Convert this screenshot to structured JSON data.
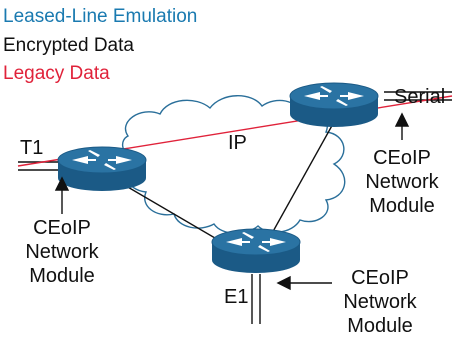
{
  "legend": {
    "leased_line": "Leased-Line Emulation",
    "encrypted": "Encrypted Data",
    "legacy": "Legacy Data"
  },
  "colors": {
    "leased_line": "#1a7ab0",
    "encrypted": "#111111",
    "legacy": "#e0223a",
    "router_top": "#2a73a3",
    "router_side": "#1b5a86",
    "cloud_stroke": "#2a6f9a"
  },
  "cloud_label": "IP",
  "links": {
    "t1": "T1",
    "serial": "Serial",
    "e1": "E1"
  },
  "modules": {
    "left": {
      "line1": "CEoIP",
      "line2": "Network",
      "line3": "Module"
    },
    "right": {
      "line1": "CEoIP",
      "line2": "Network",
      "line3": "Module"
    },
    "bottom": {
      "line1": "CEoIP",
      "line2": "Network",
      "line3": "Module"
    }
  },
  "icons": [
    "router-icon",
    "cloud-icon",
    "arrow-icon"
  ]
}
